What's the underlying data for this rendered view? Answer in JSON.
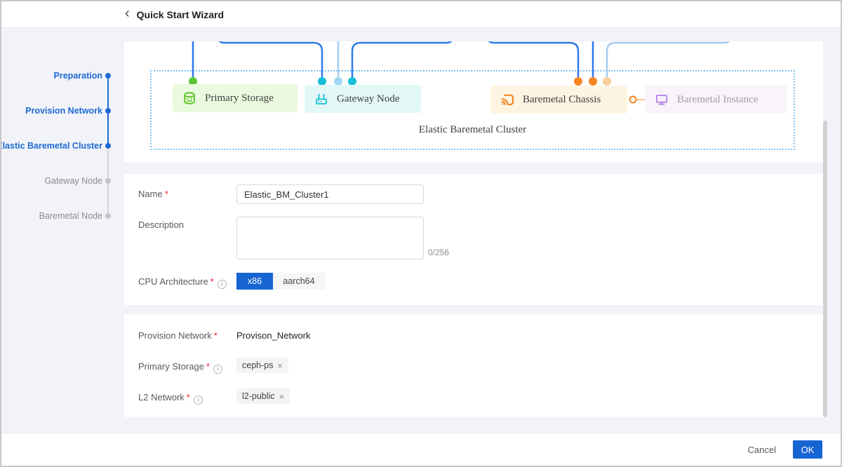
{
  "window": {
    "title": "Quick Start Wizard"
  },
  "glyphs": {
    "back": "‹",
    "close": "×",
    "info": "i",
    "required": "*"
  },
  "stepper": {
    "steps": [
      {
        "label": "Preparation",
        "state": "done"
      },
      {
        "label": "Provision Network",
        "state": "done"
      },
      {
        "label": "Elastic Baremetal Cluster",
        "state": "active"
      },
      {
        "label": "Gateway Node",
        "state": "pending"
      },
      {
        "label": "Baremetal Node",
        "state": "pending"
      }
    ]
  },
  "diagram": {
    "cluster_label": "Elastic Baremetal Cluster",
    "nodes": [
      {
        "label": "Primary Storage",
        "icon": "database-icon",
        "accent": "#52c41a",
        "bg": "#eafade"
      },
      {
        "label": "Gateway Node",
        "icon": "router-icon",
        "accent": "#14bed6",
        "bg": "#e2f8f6"
      },
      {
        "label": "Baremetal Chassis",
        "icon": "cast-icon",
        "accent": "#f5821f",
        "bg": "#fdf4e2"
      },
      {
        "label": "Baremetal Instance",
        "icon": "monitor-icon",
        "accent": "#b07fe0",
        "bg": "#f9f4fc"
      }
    ]
  },
  "form1": {
    "name_label": "Name",
    "name_value": "Elastic_BM_Cluster1",
    "description_label": "Description",
    "description_value": "",
    "description_counter": "0/256",
    "cpu_label": "CPU Architecture",
    "cpu_options": [
      "x86",
      "aarch64"
    ],
    "cpu_selected": "x86"
  },
  "form2": {
    "provision_label": "Provision Network",
    "provision_value": "Provison_Network",
    "primary_storage_label": "Primary Storage",
    "primary_storage_tag": "ceph-ps",
    "l2_label": "L2 Network",
    "l2_tag": "l2-public"
  },
  "footer": {
    "cancel": "Cancel",
    "ok": "OK"
  },
  "colors": {
    "accent_blue": "#1765d2",
    "stepper_blue": "#1f6ad4",
    "line_blue": "#2e79ea",
    "line_light_blue": "#a5cdf4",
    "dot_green": "#5bc531",
    "dot_cyan": "#15c0d8",
    "dot_light_blue": "#9fd8f4",
    "dot_orange": "#f5861f",
    "dot_light_orange": "#f8cf9a",
    "required_red": "#f5222d",
    "dashed_border": "#7fc1f2"
  }
}
